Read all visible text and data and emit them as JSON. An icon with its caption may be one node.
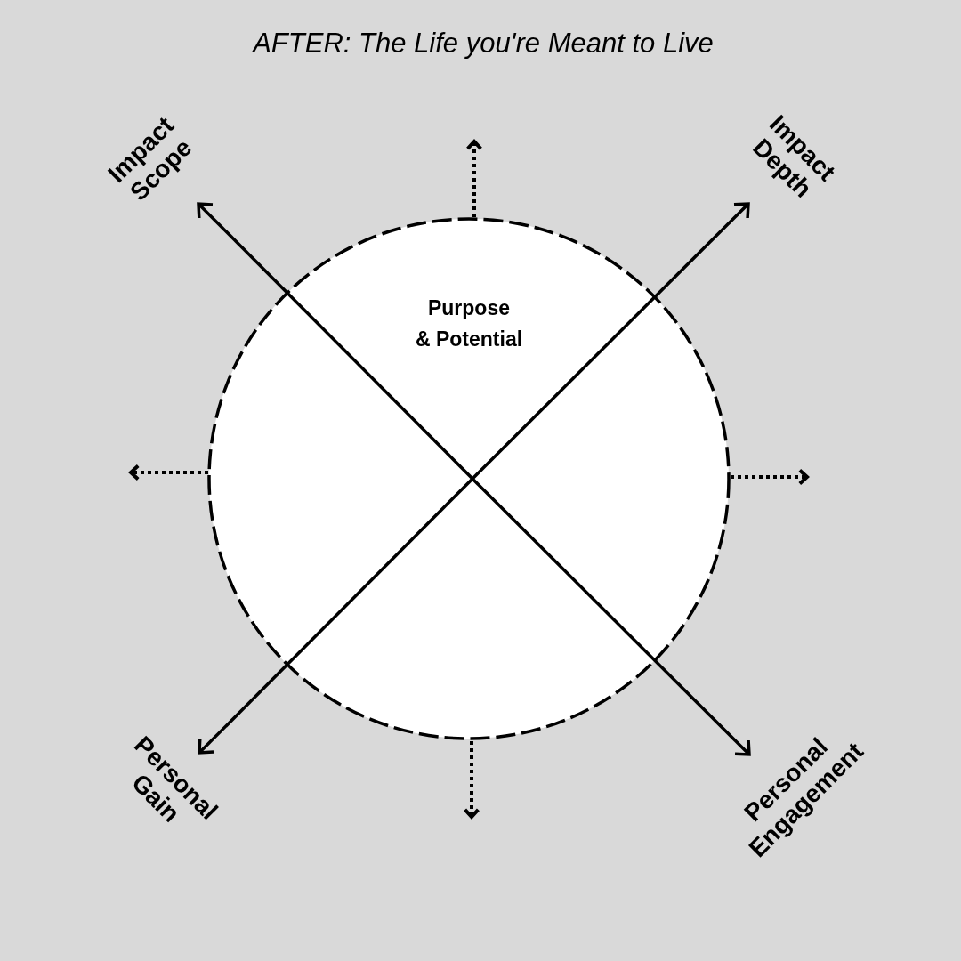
{
  "diagram": {
    "title": "AFTER: The Life you're Meant to Live",
    "nodes": [
      {
        "text": [
          "Purpose & Potential"
        ]
      }
    ],
    "labels": [
      "Impact Scope",
      "Impact Depth",
      "Personal Gain",
      "Personal Engagement"
    ]
  }
}
